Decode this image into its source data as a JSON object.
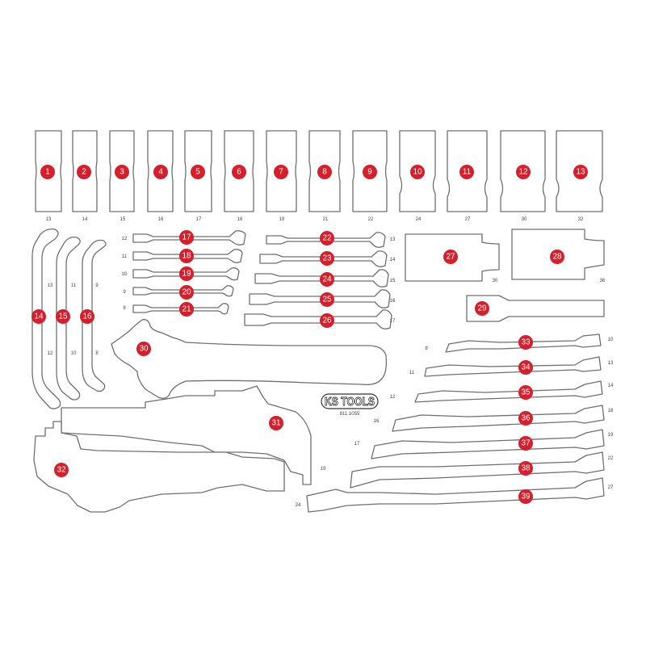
{
  "brand": {
    "logo": "KS TOOLS",
    "article_number": "811.1055"
  },
  "colors": {
    "badge": "#d61f2b",
    "outline": "#6f6f6f",
    "background": "#ffffff"
  },
  "items": [
    {
      "n": "1",
      "size": "13"
    },
    {
      "n": "2",
      "size": "14"
    },
    {
      "n": "3",
      "size": "15"
    },
    {
      "n": "4",
      "size": "16"
    },
    {
      "n": "5",
      "size": "17"
    },
    {
      "n": "6",
      "size": "18"
    },
    {
      "n": "7",
      "size": "19"
    },
    {
      "n": "8",
      "size": "21"
    },
    {
      "n": "9",
      "size": "22"
    },
    {
      "n": "10",
      "size": "24"
    },
    {
      "n": "11",
      "size": "27"
    },
    {
      "n": "12",
      "size": "30"
    },
    {
      "n": "13",
      "size": "32"
    },
    {
      "n": "14",
      "sizes": [
        "13",
        "12"
      ]
    },
    {
      "n": "15",
      "sizes": [
        "11",
        "10"
      ]
    },
    {
      "n": "16",
      "sizes": [
        "9",
        "8"
      ]
    },
    {
      "n": "17",
      "size": "12"
    },
    {
      "n": "18",
      "size": "11"
    },
    {
      "n": "19",
      "size": "10"
    },
    {
      "n": "20",
      "size": "9"
    },
    {
      "n": "21",
      "size": "8"
    },
    {
      "n": "22",
      "size": "13"
    },
    {
      "n": "23",
      "size": "14"
    },
    {
      "n": "24",
      "size": "15"
    },
    {
      "n": "25",
      "size": "16"
    },
    {
      "n": "26",
      "size": "17"
    },
    {
      "n": "27",
      "size": "30"
    },
    {
      "n": "28",
      "size": "36"
    },
    {
      "n": "29",
      "size": ""
    },
    {
      "n": "30",
      "size": ""
    },
    {
      "n": "31",
      "size": "19"
    },
    {
      "n": "32",
      "size": ""
    },
    {
      "n": "33",
      "sizes": [
        "8",
        "10"
      ]
    },
    {
      "n": "34",
      "sizes": [
        "11",
        "13"
      ]
    },
    {
      "n": "35",
      "sizes": [
        "12",
        "14"
      ]
    },
    {
      "n": "36",
      "sizes": [
        "16",
        "18"
      ]
    },
    {
      "n": "37",
      "sizes": [
        "17",
        "19"
      ]
    },
    {
      "n": "38",
      "sizes": [
        "22"
      ]
    },
    {
      "n": "39",
      "sizes": [
        "24",
        "27"
      ]
    }
  ]
}
